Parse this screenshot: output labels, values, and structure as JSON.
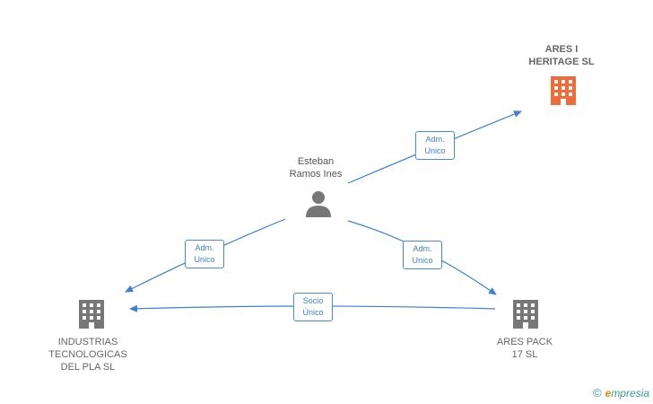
{
  "nodes": {
    "ares_heritage": {
      "label": "ARES I\nHERITAGE  SL",
      "color": "#f06b3a"
    },
    "esteban": {
      "label": "Esteban\nRamos Ines",
      "color": "#777777"
    },
    "industrias": {
      "label": "INDUSTRIAS\nTECNOLOGICAS\nDEL PLA SL",
      "color": "#777777"
    },
    "ares_pack": {
      "label": "ARES PACK\n17  SL",
      "color": "#777777"
    }
  },
  "edges": {
    "esteban_heritage": {
      "label": "Adm.\nUnico"
    },
    "esteban_industrias": {
      "label": "Adm.\nUnico"
    },
    "esteban_pack": {
      "label": "Adm.\nUnico"
    },
    "pack_industrias": {
      "label": "Socio\nÚnico"
    }
  },
  "edge_color": "#3f7fd6",
  "brand": {
    "copyright": "©",
    "e": "e",
    "rest": "mpresia"
  }
}
